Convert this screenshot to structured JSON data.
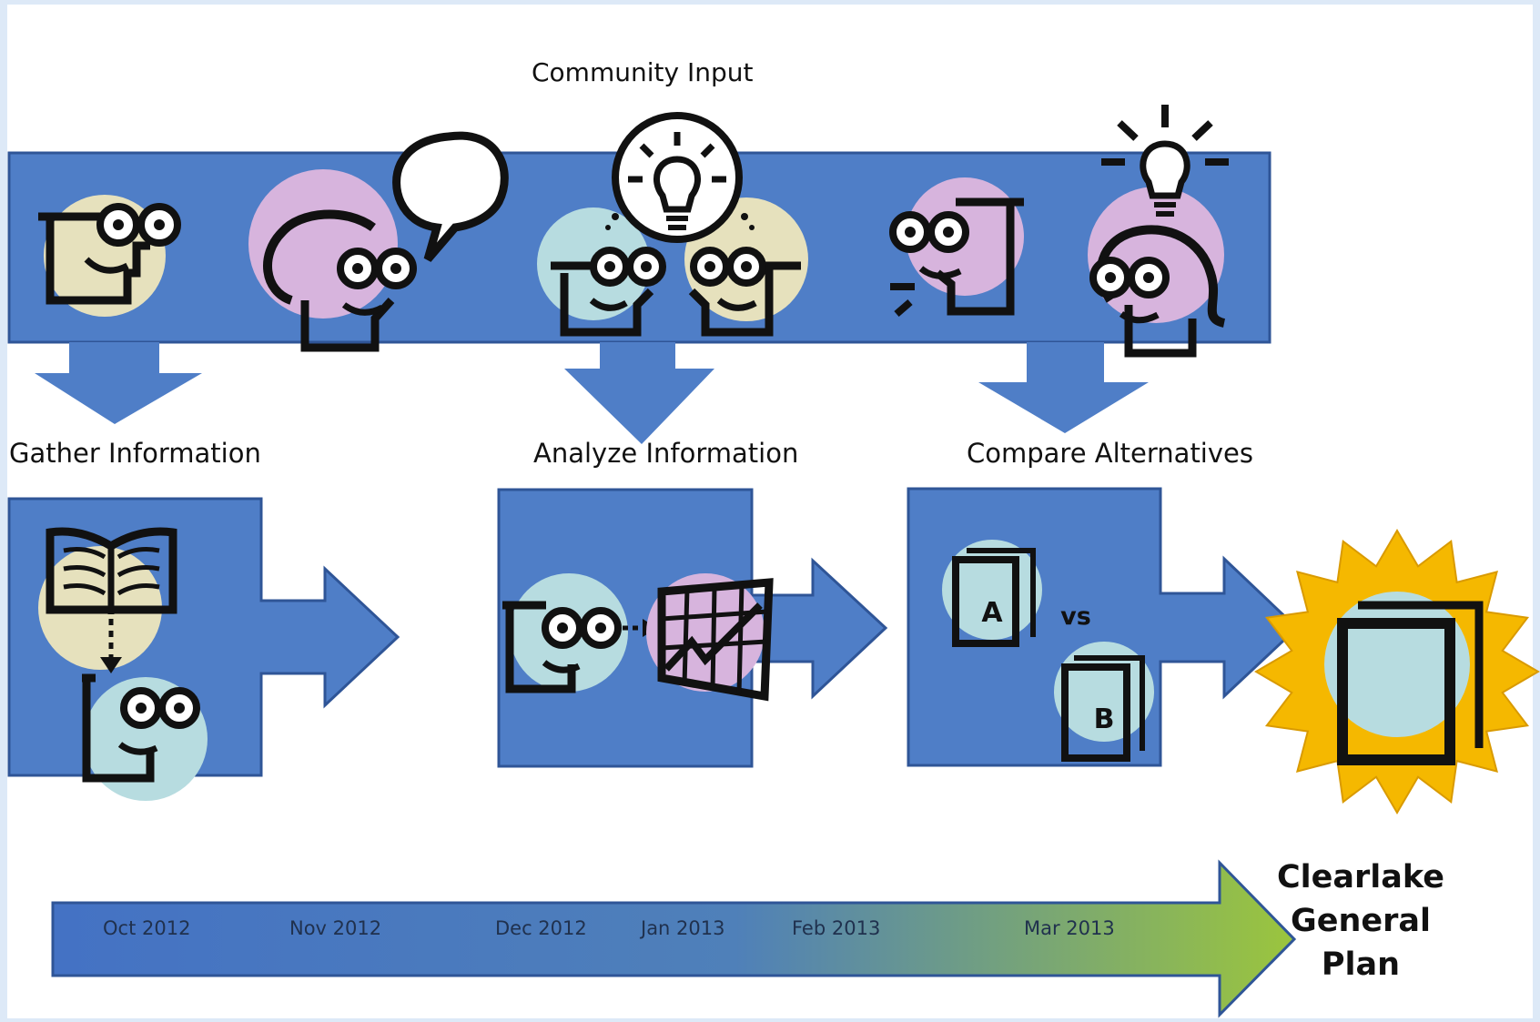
{
  "diagram": {
    "top_label": "Community Input",
    "phases": [
      {
        "label": "Gather Information"
      },
      {
        "label": "Analyze Information"
      },
      {
        "label": "Compare Alternatives"
      }
    ],
    "compare": {
      "option_a": "A",
      "versus": "vs",
      "option_b": "B"
    },
    "final": {
      "line1": "Clearlake",
      "line2": "General",
      "line3": "Plan"
    },
    "timeline": {
      "months": [
        "Oct 2012",
        "Nov 2012",
        "Dec 2012",
        "Jan 2013",
        "Feb 2013",
        "Mar 2013"
      ],
      "gradient_start": "#4472c4",
      "gradient_end": "#9bc53d"
    }
  },
  "colors": {
    "background": "#dde9f7",
    "panel": "#ffffff",
    "shape_fill": "#4f7ec7",
    "shape_border": "#2f5597",
    "beige": "#e6e1bd",
    "pink": "#d7b4dd",
    "teal": "#b7dce0",
    "sun": "#f5b800"
  },
  "icons": [
    "people-group-icon",
    "book-icon",
    "arrow-down-icon",
    "chart-icon",
    "lightbulb-icon",
    "speech-bubble-icon",
    "document-icon",
    "sun-icon"
  ]
}
